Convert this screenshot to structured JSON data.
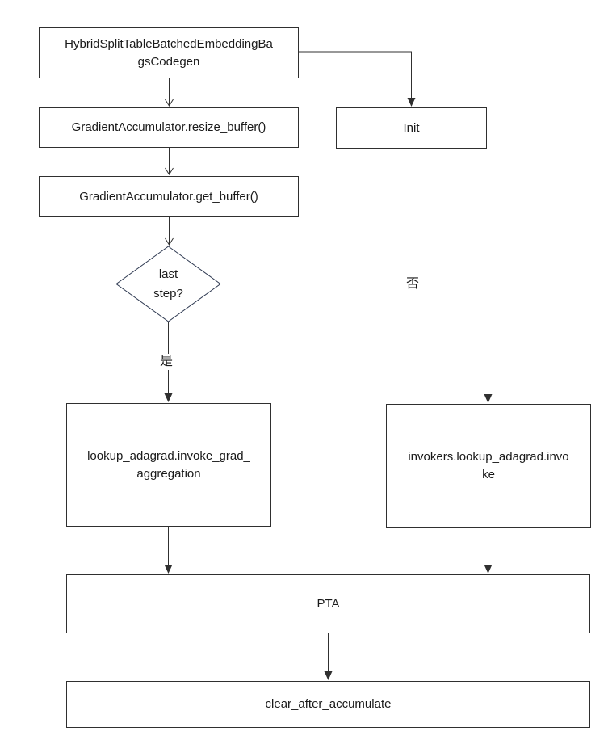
{
  "flowchart": {
    "nodes": {
      "codegen": {
        "label": "HybridSplitTableBatchedEmbeddingBa\ngsCodegen"
      },
      "resize": {
        "label": "GradientAccumulator.resize_buffer()"
      },
      "getbuf": {
        "label": "GradientAccumulator.get_buffer()"
      },
      "init": {
        "label": "Init"
      },
      "last_step": {
        "label": "last\nstep?"
      },
      "invgrad": {
        "label": "lookup_adagrad.invoke_grad_\naggregation"
      },
      "invokers": {
        "label": "invokers.lookup_adagrad.invo\nke"
      },
      "pta": {
        "label": "PTA"
      },
      "clear": {
        "label": "clear_after_accumulate"
      }
    },
    "edge_labels": {
      "yes": "是",
      "no": "否"
    },
    "edges": [
      {
        "from": "codegen",
        "to": "resize",
        "label": ""
      },
      {
        "from": "codegen",
        "to": "init",
        "label": ""
      },
      {
        "from": "resize",
        "to": "getbuf",
        "label": ""
      },
      {
        "from": "getbuf",
        "to": "last_step",
        "label": ""
      },
      {
        "from": "last_step",
        "to": "invgrad",
        "label": "是"
      },
      {
        "from": "last_step",
        "to": "invokers",
        "label": "否"
      },
      {
        "from": "invgrad",
        "to": "pta",
        "label": ""
      },
      {
        "from": "invokers",
        "to": "pta",
        "label": ""
      },
      {
        "from": "pta",
        "to": "clear",
        "label": ""
      }
    ],
    "colors": {
      "line": "#303030",
      "border": "#2f2f2f",
      "text": "#1a1a1a",
      "background": "#ffffff"
    }
  }
}
